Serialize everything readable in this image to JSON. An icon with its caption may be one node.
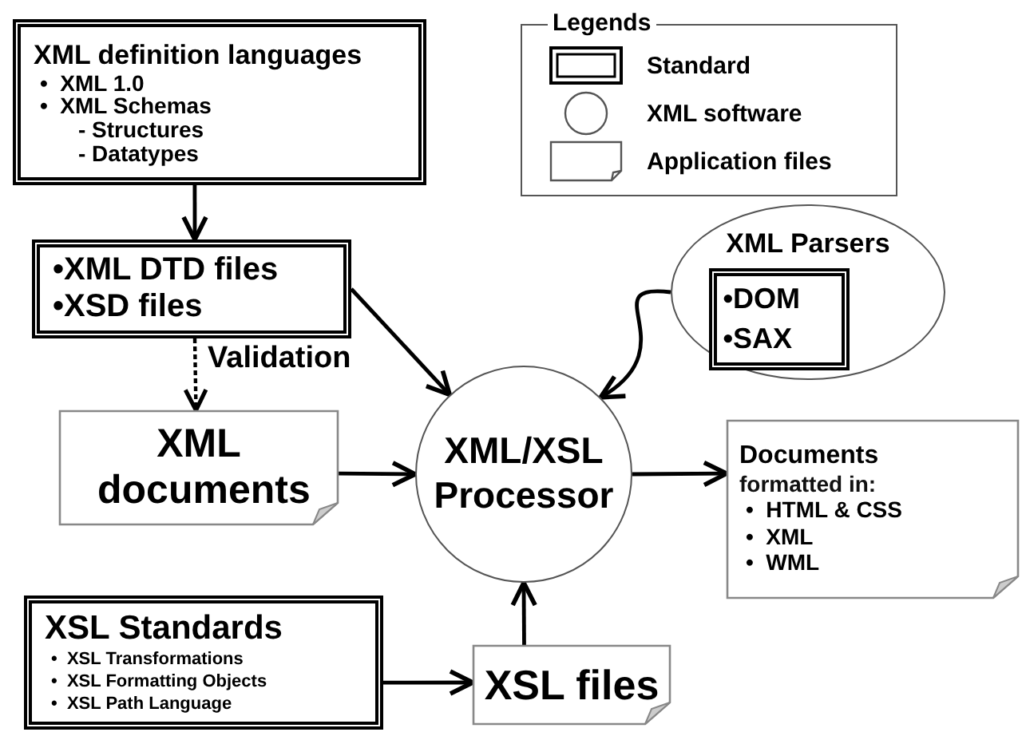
{
  "diagram": {
    "nodes": [
      {
        "text": [
          "XML definition languages",
          "•  XML 1.0",
          "•  XML Schemas",
          "- Structures",
          "- Datatypes"
        ]
      },
      {
        "text": [
          "•XML DTD files",
          "•XSD files"
        ]
      },
      {
        "text": [
          "XML documents"
        ]
      },
      {
        "text": [
          "XML/XSL Processor"
        ]
      },
      {
        "text": [
          "XML Parsers"
        ]
      },
      {
        "text": [
          "•DOM",
          "•SAX"
        ],
        "in": 4
      },
      {
        "text": [
          "Documents",
          "formatted in:",
          "•  HTML & CSS",
          "•  XML",
          "•  WML"
        ]
      },
      {
        "text": [
          "XSL Standards",
          "•  XSL Transformations",
          "•  XSL Formatting Objects",
          "•  XSL Path Language"
        ]
      },
      {
        "text": [
          "XSL files"
        ]
      }
    ],
    "edges": [
      {
        "from": 0,
        "to": 1,
        "arrow": "to"
      },
      {
        "from": 1,
        "to": 2,
        "arrow": "to",
        "label": "Validation",
        "style": "dashed"
      },
      {
        "from": 1,
        "to": 3,
        "arrow": "to"
      },
      {
        "from": 2,
        "to": 3,
        "arrow": "to"
      },
      {
        "from": 4,
        "to": 3,
        "arrow": "to"
      },
      {
        "from": 3,
        "to": 6,
        "arrow": "to"
      },
      {
        "from": 7,
        "to": 8,
        "arrow": "to"
      },
      {
        "from": 8,
        "to": 3,
        "arrow": "to"
      }
    ],
    "labels": [
      "Legends"
    ],
    "legend": [
      {
        "text": "Standard"
      },
      {
        "text": "XML software"
      },
      {
        "text": "Application files"
      }
    ]
  }
}
